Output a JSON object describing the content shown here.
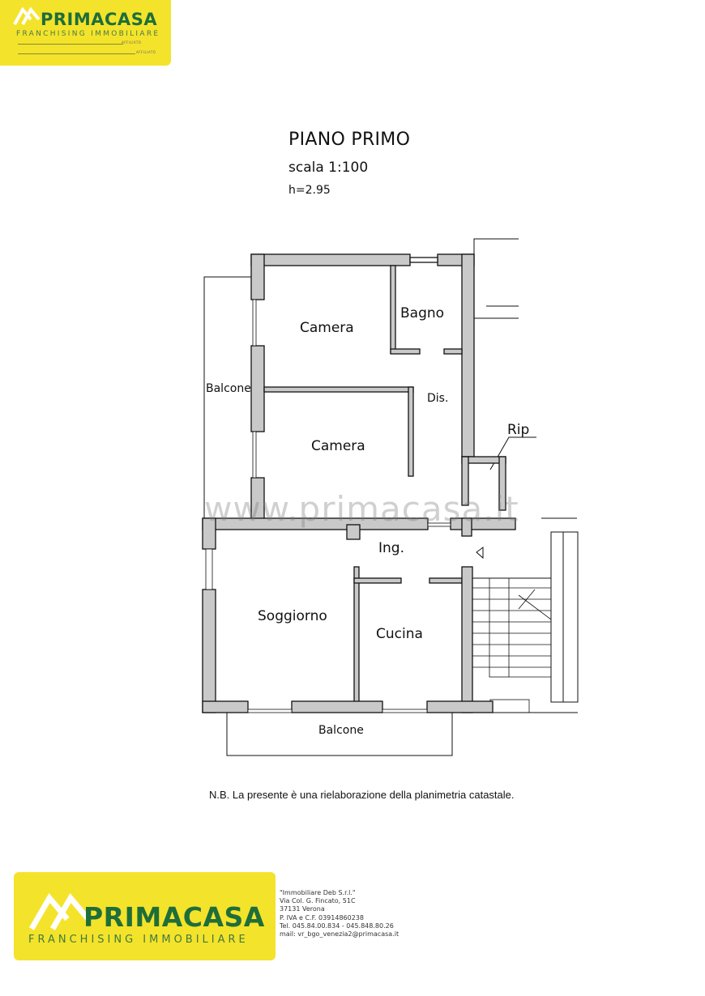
{
  "header_logo": {
    "brand": "PRIMACASA",
    "tagline": "FRANCHISING IMMOBILIARE",
    "affiliate_line_1": "AFFILIATO",
    "affiliate_line_2": "AFFILIATO"
  },
  "plan": {
    "title": "PIANO PRIMO",
    "scale": "scala 1:100",
    "height": "h=2.95",
    "rooms": {
      "camera_1": "Camera",
      "bagno": "Bagno",
      "balcone_west": "Balcone",
      "dis": "Dis.",
      "camera_2": "Camera",
      "rip": "Rip",
      "ing": "Ing.",
      "soggiorno": "Soggiorno",
      "cucina": "Cucina",
      "balcone_south": "Balcone"
    },
    "watermark": "www.primacasa.it",
    "note": "N.B. La presente è una rielaborazione della planimetria catastale."
  },
  "footer_logo": {
    "brand": "PRIMACASA",
    "tagline": "FRANCHISING IMMOBILIARE"
  },
  "contact": {
    "line_1": "\"Immobiliare Deb S.r.l.\"",
    "line_2": "Via Col. G. Fincato, 51C",
    "line_3": "37131 Verona",
    "line_4": "P. IVA e C.F. 03914860238",
    "line_5": "Tel. 045.84.00.834 - 045.848.80.26",
    "line_6": "mail: vr_bgo_venezia2@primacasa.it"
  },
  "colors": {
    "logo_yellow": "#f4e32b",
    "logo_green": "#1e6e3a",
    "wall_fill": "#c9c9c9",
    "wall_stroke": "#111111"
  }
}
